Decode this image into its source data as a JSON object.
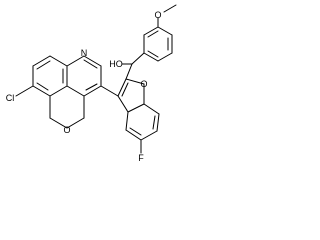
{
  "structure": {
    "atom_labels": {
      "cl": "Cl",
      "n": "N",
      "o_pyran": "O",
      "o_furan": "O",
      "oh": "HO",
      "f": "F",
      "o_methoxy": "O"
    },
    "colors": {
      "bond": "#000000",
      "label": "#000000",
      "background": "#ffffff"
    }
  }
}
